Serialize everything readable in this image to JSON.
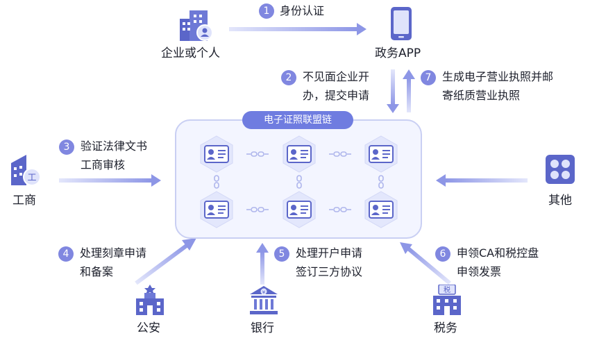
{
  "nodes": {
    "enterprise": "企业或个人",
    "gov_app": "政务APP",
    "business": "工商",
    "other": "其他",
    "police": "公安",
    "bank": "银行",
    "tax": "税务",
    "tax_badge": "税",
    "bank_badge": "¥",
    "business_badge": "工"
  },
  "chain_title": "电子证照联盟链",
  "steps": [
    {
      "num": "1",
      "line1": "身份认证",
      "line2": ""
    },
    {
      "num": "2",
      "line1": "不见面企业开",
      "line2": "办，提交申请"
    },
    {
      "num": "3",
      "line1": "验证法律文书",
      "line2": "工商审核"
    },
    {
      "num": "4",
      "line1": "处理刻章申请",
      "line2": "和备案"
    },
    {
      "num": "5",
      "line1": "处理开户申请",
      "line2": "签订三方协议"
    },
    {
      "num": "6",
      "line1": "申领CA和税控盘",
      "line2": "申领发票"
    },
    {
      "num": "7",
      "line1": "生成电子营业执照并邮",
      "line2": "寄纸质营业执照"
    }
  ],
  "colors": {
    "accent": "#6f7ce0",
    "arrow": "#b3b9ee",
    "icon": "#5b66c9",
    "node_bg": "#dfe3fb"
  }
}
